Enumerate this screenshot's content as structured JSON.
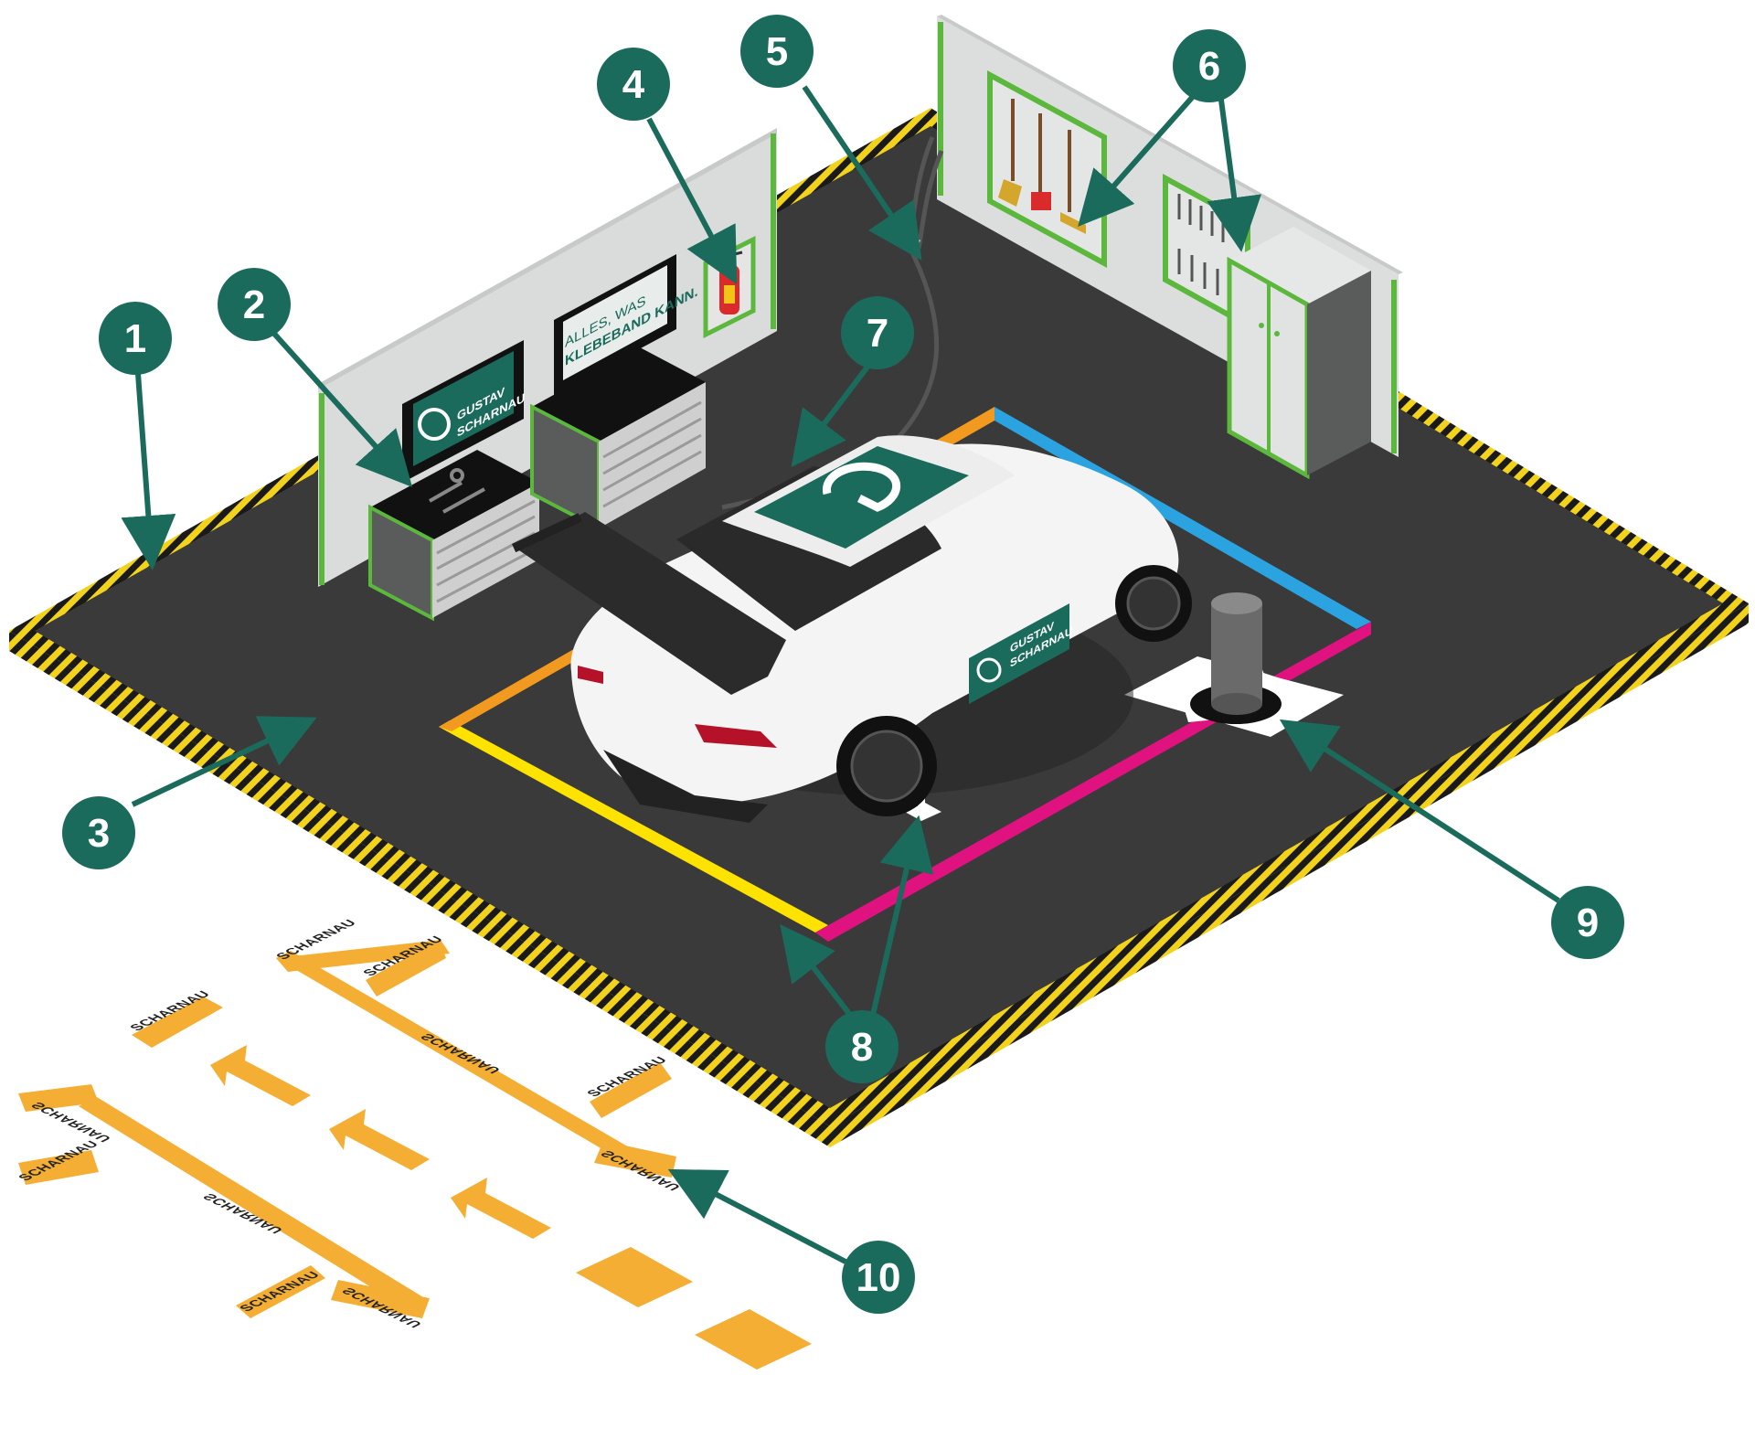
{
  "markers": [
    {
      "id": "marker-1",
      "label": "1"
    },
    {
      "id": "marker-2",
      "label": "2"
    },
    {
      "id": "marker-3",
      "label": "3"
    },
    {
      "id": "marker-4",
      "label": "4"
    },
    {
      "id": "marker-5",
      "label": "5"
    },
    {
      "id": "marker-6",
      "label": "6"
    },
    {
      "id": "marker-7",
      "label": "7"
    },
    {
      "id": "marker-8",
      "label": "8"
    },
    {
      "id": "marker-9",
      "label": "9"
    },
    {
      "id": "marker-10",
      "label": "10"
    }
  ],
  "wall_signs": {
    "logo_line1": "GUSTAV",
    "logo_line2": "SCHARNAU",
    "slogan_line1": "ALLES, WAS",
    "slogan_line2": "KLEBEBAND KANN."
  },
  "car_logo": {
    "line1": "GUSTAV",
    "line2": "SCHARNAU"
  },
  "floor_tape_text": "SCHARNAU",
  "colors": {
    "accent_green": "#1b6b5c",
    "wall_trim_green": "#5cb83c",
    "floor": "#3a3a3a",
    "hazard_yellow": "#f2d21a",
    "tape_orange": "#f4ae34",
    "bay_yellow": "#ffe300",
    "bay_orange": "#f29a1f",
    "bay_blue": "#2aa3e0",
    "bay_magenta": "#e0127f"
  }
}
